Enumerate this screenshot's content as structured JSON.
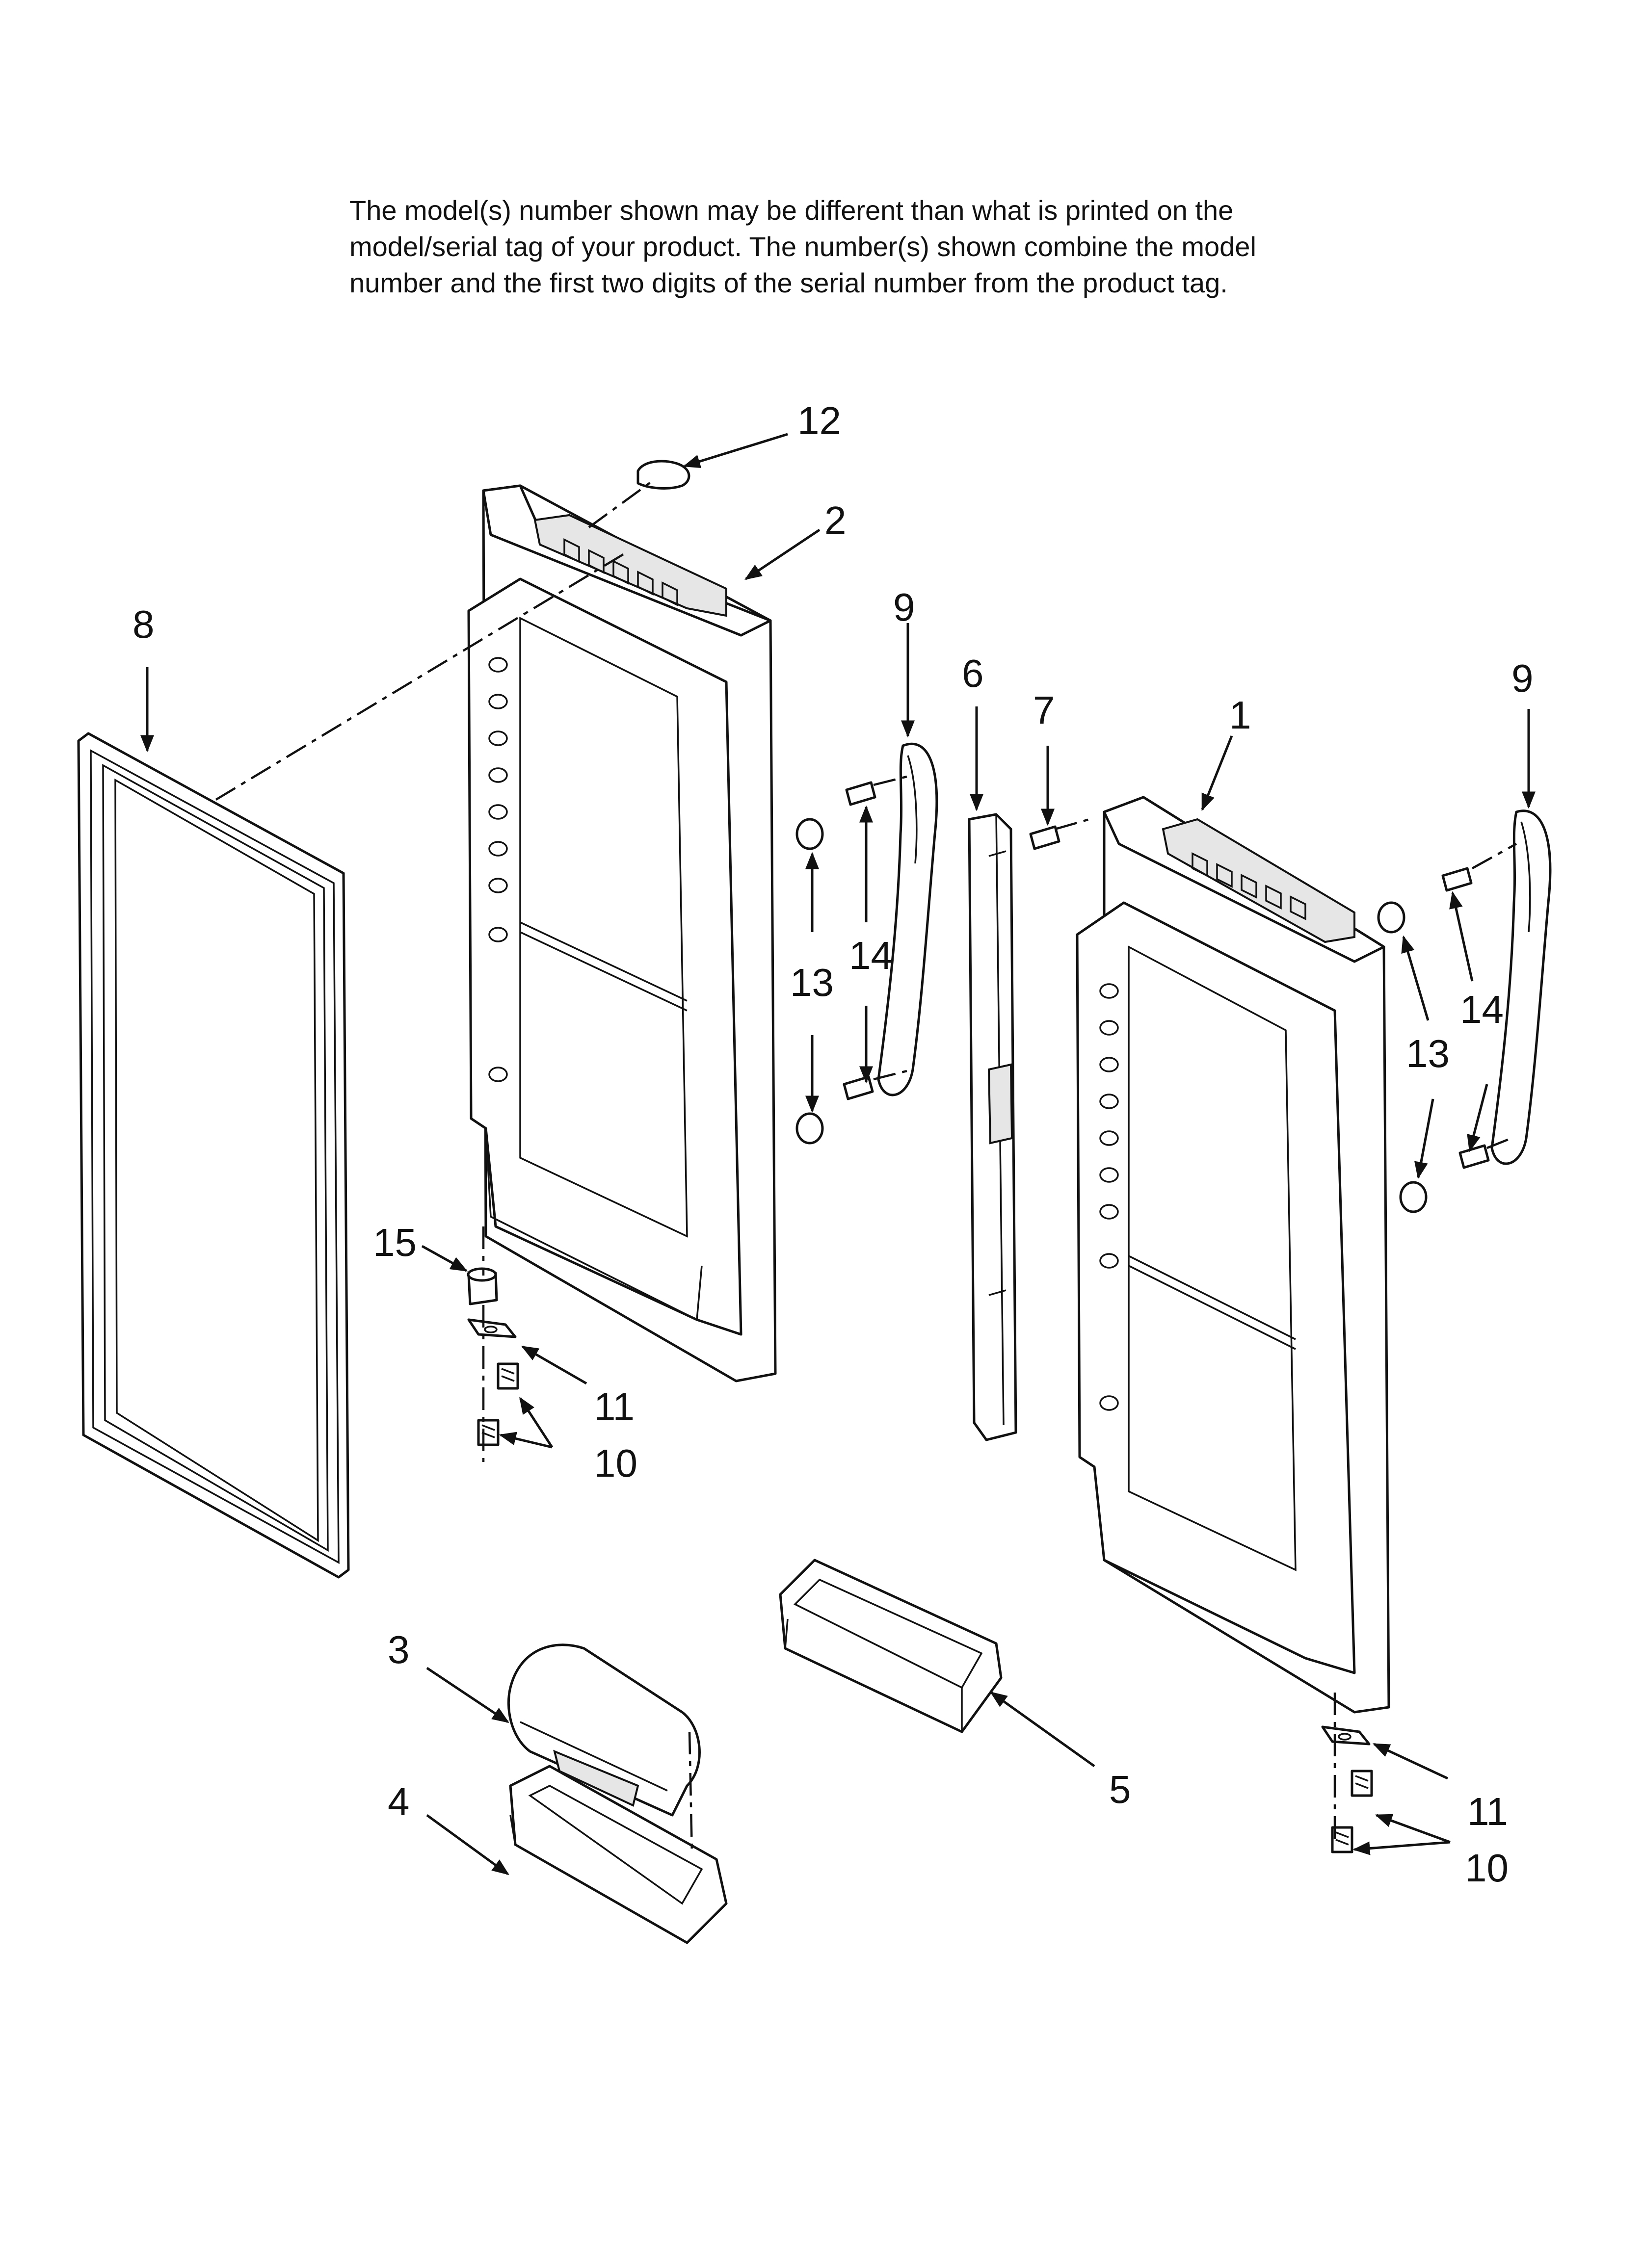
{
  "notice": {
    "line1": "The model(s) number shown may be different than what is printed on the",
    "line2": "model/serial tag of your product. The number(s) shown combine the model",
    "line3": "number and the first two digits of the serial number from the product tag."
  },
  "callouts": {
    "c1": "1",
    "c2": "2",
    "c3": "3",
    "c4": "4",
    "c5": "5",
    "c6": "6",
    "c7": "7",
    "c8": "8",
    "c9a": "9",
    "c9b": "9",
    "c10a": "10",
    "c10b": "10",
    "c11a": "11",
    "c11b": "11",
    "c12": "12",
    "c13a": "13",
    "c13b": "13",
    "c14a": "14",
    "c14b": "14",
    "c15": "15"
  }
}
